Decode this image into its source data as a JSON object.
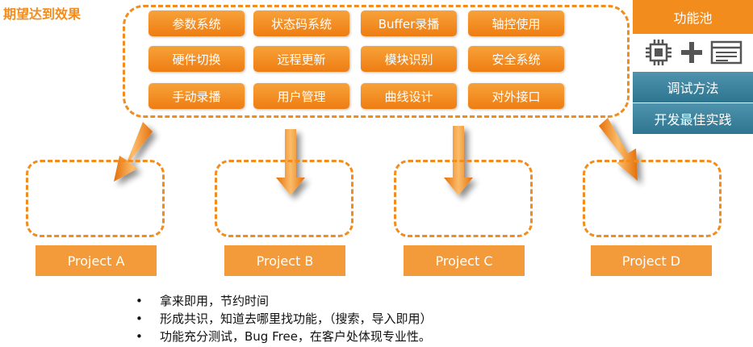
{
  "title": "期望达到效果",
  "feature_pool": {
    "items": [
      "参数系统",
      "状态码系统",
      "Buffer录播",
      "轴控使用",
      "硬件切换",
      "远程更新",
      "模块识别",
      "安全系统",
      "手动录播",
      "用户管理",
      "曲线设计",
      "对外接口"
    ]
  },
  "projects": [
    "Project A",
    "Project B",
    "Project C",
    "Project D"
  ],
  "side_panel": {
    "header": "功能池",
    "icons": [
      "chip-icon",
      "plus-icon",
      "window-icon"
    ],
    "items": [
      "调试方法",
      "开发最佳实践"
    ]
  },
  "bullets": [
    "拿来即用，节约时间",
    "形成共识，知道去哪里找功能，（搜索，导入即用）",
    "功能充分测试，Bug Free，在客户处体现专业性。"
  ],
  "colors": {
    "accent": "#f28c1c",
    "side_blue": "#2e7590"
  }
}
